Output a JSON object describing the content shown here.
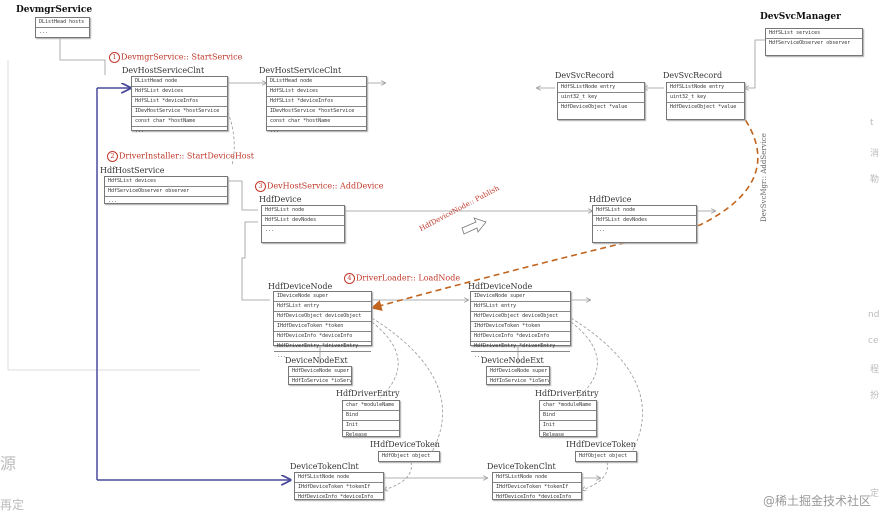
{
  "titles": {
    "devmgr_service": "DevmgrService",
    "dev_host_service_clnt_1": "DevHostServiceClnt",
    "dev_host_service_clnt_2": "DevHostServiceClnt",
    "dev_svc_manager": "DevSvcManager",
    "dev_svc_record_1": "DevSvcRecord",
    "dev_svc_record_2": "DevSvcRecord",
    "hdf_host_service": "HdfHostService",
    "hdf_device_1": "HdfDevice",
    "hdf_device_2": "HdfDevice",
    "hdf_device_node_1": "HdfDeviceNode",
    "hdf_device_node_2": "HdfDeviceNode",
    "device_node_ext_1": "DeviceNodeExt",
    "device_node_ext_2": "DeviceNodeExt",
    "hdf_driver_entry_1": "HdfDriverEntry",
    "hdf_driver_entry_2": "HdfDriverEntry",
    "ihdf_device_token_1": "IHdfDeviceToken",
    "ihdf_device_token_2": "IHdfDeviceToken",
    "device_token_clnt_1": "DeviceTokenClnt",
    "device_token_clnt_2": "DeviceTokenClnt"
  },
  "boxes": {
    "devmgr_service": [
      "DListHead hosts",
      "..."
    ],
    "dev_host_service_clnt_1": [
      "DListHead node",
      "HdfSList devices",
      "HdfSList *deviceInfos",
      "IDevHostService *hostService",
      "const char *hostName",
      "..."
    ],
    "dev_host_service_clnt_2": [
      "DListHead node",
      "HdfSList devices",
      "HdfSList *deviceInfos",
      "IDevHostService *hostService",
      "const char *hostName",
      "..."
    ],
    "dev_svc_manager": [
      "HdfSList services",
      "HdfServiceObserver observer"
    ],
    "dev_svc_record_1": [
      "HdfSListNode entry",
      "uint32_t key",
      "HdfDeviceObject *value"
    ],
    "dev_svc_record_2": [
      "HdfSListNode entry",
      "uint32_t key",
      "HdfDeviceObject *value"
    ],
    "hdf_host_service": [
      "HdfSList devices",
      "HdfServiceObserver observer",
      "..."
    ],
    "hdf_device_1": [
      "HdfSList node",
      "HdfSList devNodes",
      "..."
    ],
    "hdf_device_2": [
      "HdfSList node",
      "HdfSList devNodes",
      "..."
    ],
    "hdf_device_node_1": [
      "IDeviceNode super",
      "HdfSList entry",
      "HdfDeviceObject deviceObject",
      "IHdfDeviceToken *token",
      "HdfDeviceInfo *deviceInfo",
      "HdfDriverEntry *driverEntry",
      "..."
    ],
    "hdf_device_node_2": [
      "IDeviceNode super",
      "HdfSList entry",
      "HdfDeviceObject deviceObject",
      "IHdfDeviceToken *token",
      "HdfDeviceInfo *deviceInfo",
      "HdfDriverEntry *driverEntry",
      "..."
    ],
    "device_node_ext_1": [
      "HdfDeviceNode super",
      "HdfIoService *ioService"
    ],
    "device_node_ext_2": [
      "HdfDeviceNode super",
      "HdfIoService *ioService"
    ],
    "hdf_driver_entry_1": [
      "char *moduleName",
      "Bind",
      "Init",
      "Release"
    ],
    "hdf_driver_entry_2": [
      "char *moduleName",
      "Bind",
      "Init",
      "Release"
    ],
    "ihdf_device_token_1": [
      "HdfObject object"
    ],
    "ihdf_device_token_2": [
      "HdfObject object"
    ],
    "device_token_clnt_1": [
      "HdfSListNode node",
      "IHdfDeviceToken *tokenIf",
      "HdfDeviceInfo *deviceInfo"
    ],
    "device_token_clnt_2": [
      "HdfSListNode node",
      "IHdfDeviceToken *tokenIf",
      "HdfDeviceInfo *deviceInfo"
    ]
  },
  "steps": {
    "s1_num": "1",
    "s1_text": "DevmgrService:: StartService",
    "s2_num": "2",
    "s2_text": "DriverInstaller:: StartDeviceHost",
    "s3_num": "3",
    "s3_text": "DevHostService:: AddDevice",
    "s4_num": "4",
    "s4_text": "DriverLoader:: LoadNode",
    "publish": "HdfDeviceNode:: Publish",
    "add_service": "DevSvcMgr:: AddService"
  },
  "background_text": {
    "left_glyph": "源",
    "bottom_line": "再定",
    "right_1": "t",
    "right_2": "消",
    "right_3": "勒",
    "right_4": "nd",
    "right_5": "ce",
    "right_6": "程",
    "right_7": "扮",
    "right_8": "定"
  },
  "watermark": "@稀土掘金技术社区",
  "colors": {
    "accent": "#c0392b",
    "dashed_orange": "#c0641e",
    "blue_line": "#4a4a9a",
    "line_gray": "#999999"
  }
}
